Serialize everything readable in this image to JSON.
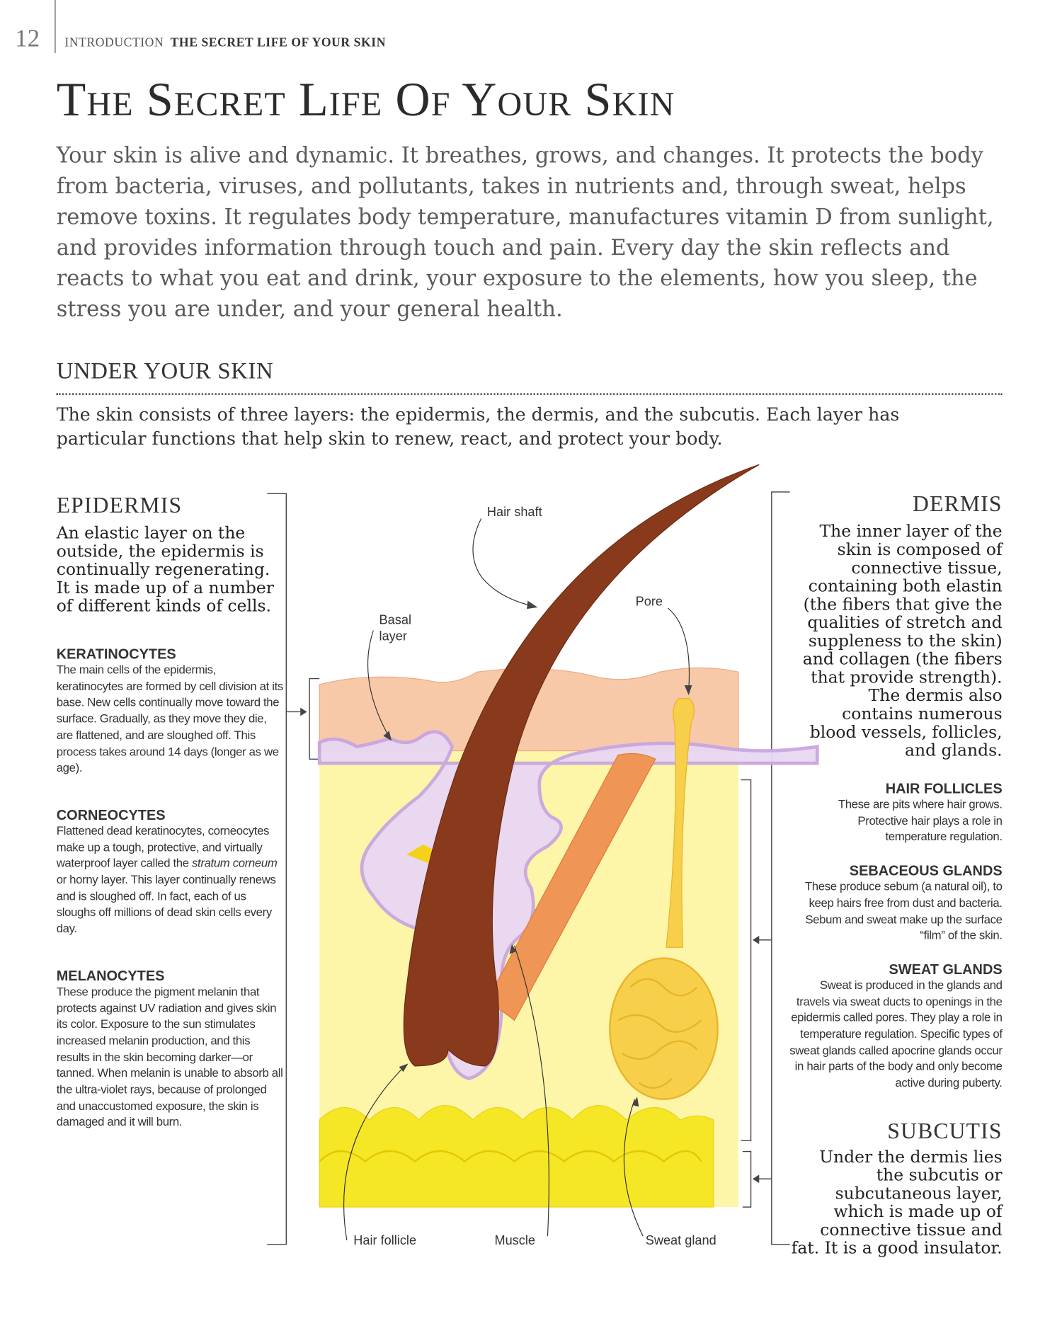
{
  "header": {
    "page_number": "12",
    "section": "INTRODUCTION",
    "chapter": "THE SECRET LIFE OF YOUR SKIN"
  },
  "title": "The Secret Life Of Your Skin",
  "intro": "Your skin is alive and dynamic. It breathes, grows, and changes. It protects the body from bacteria, viruses, and pollutants, takes in nutrients and, through sweat, helps remove toxins. It regulates body temperature, manufactures vitamin D from sunlight, and provides information through touch and pain. Every day the skin reflects and reacts to what you eat and drink, your exposure to the elements, how you sleep, the stress you are under, and your general health.",
  "under": {
    "heading": "UNDER YOUR SKIN",
    "text": "The skin consists of three layers: the epidermis, the dermis, and the subcutis. Each layer has particular functions that help skin to renew, react, and protect your body."
  },
  "epidermis": {
    "heading": "EPIDERMIS",
    "text": "An elastic layer on the outside, the epidermis is continually regenerating. It is made up of a number of different kinds of cells.",
    "keratinocytes": {
      "heading": "KERATINOCYTES",
      "text": "The main cells of the epidermis, keratinocytes are formed by cell division at its base. New cells continually move toward the surface. Gradually, as they move they die, are flattened, and are sloughed off. This process takes around 14 days (longer as we age)."
    },
    "corneocytes": {
      "heading": "CORNEOCYTES",
      "text_before": "Flattened dead keratinocytes, corneocytes make up a tough, protective, and virtually waterproof layer called the ",
      "text_italic": "stratum corneum",
      "text_after": " or horny layer. This layer continually renews and is sloughed off. In fact, each of us sloughs off millions of dead skin cells every day."
    },
    "melanocytes": {
      "heading": "MELANOCYTES",
      "text": "These produce the pigment melanin that protects against UV radiation and gives skin its color. Exposure to the sun stimulates increased melanin production, and this results in the skin becoming darker—or tanned. When melanin is unable to absorb all the ultra-violet rays, because of prolonged and unaccustomed exposure, the skin is damaged and it will burn."
    }
  },
  "dermis": {
    "heading": "DERMIS",
    "text": "The inner layer of the skin is composed of connective tissue, containing both elastin (the fibers that give the qualities of stretch and suppleness to the skin) and collagen (the fibers that provide strength). The dermis also contains numerous blood vessels, follicles, and glands.",
    "hair_follicles": {
      "heading": "HAIR FOLLICLES",
      "text": "These are pits where hair grows. Protective hair plays a role in temperature regulation."
    },
    "sebaceous": {
      "heading": "SEBACEOUS GLANDS",
      "text": "These produce sebum (a natural oil), to keep hairs free from dust and bacteria. Sebum and sweat make up the surface “film” of the skin."
    },
    "sweat": {
      "heading": "SWEAT GLANDS",
      "text": "Sweat is produced in the glands and travels via sweat ducts to openings in the epidermis called pores. They play a role in temperature regulation. Specific types of sweat glands called apocrine glands occur in hair parts of the body and only become active during puberty."
    }
  },
  "subcutis": {
    "heading": "SUBCUTIS",
    "text": "Under the dermis lies the subcutis or subcutaneous layer, which is made up of connective tissue and fat. It is a good insulator."
  },
  "diagram": {
    "labels": {
      "hair_shaft": "Hair shaft",
      "basal_layer_1": "Basal",
      "basal_layer_2": "layer",
      "pore": "Pore",
      "hair_follicle": "Hair follicle",
      "muscle": "Muscle",
      "sweat_gland": "Sweat gland"
    },
    "colors": {
      "dermis": "#fdf5a8",
      "subcutis": "#f5e626",
      "epidermis": "#f7c9a8",
      "basal": "#c9a6e0",
      "hair": "#8a3a1c",
      "muscle": "#ef9555",
      "gland": "#f7cf4a"
    }
  }
}
